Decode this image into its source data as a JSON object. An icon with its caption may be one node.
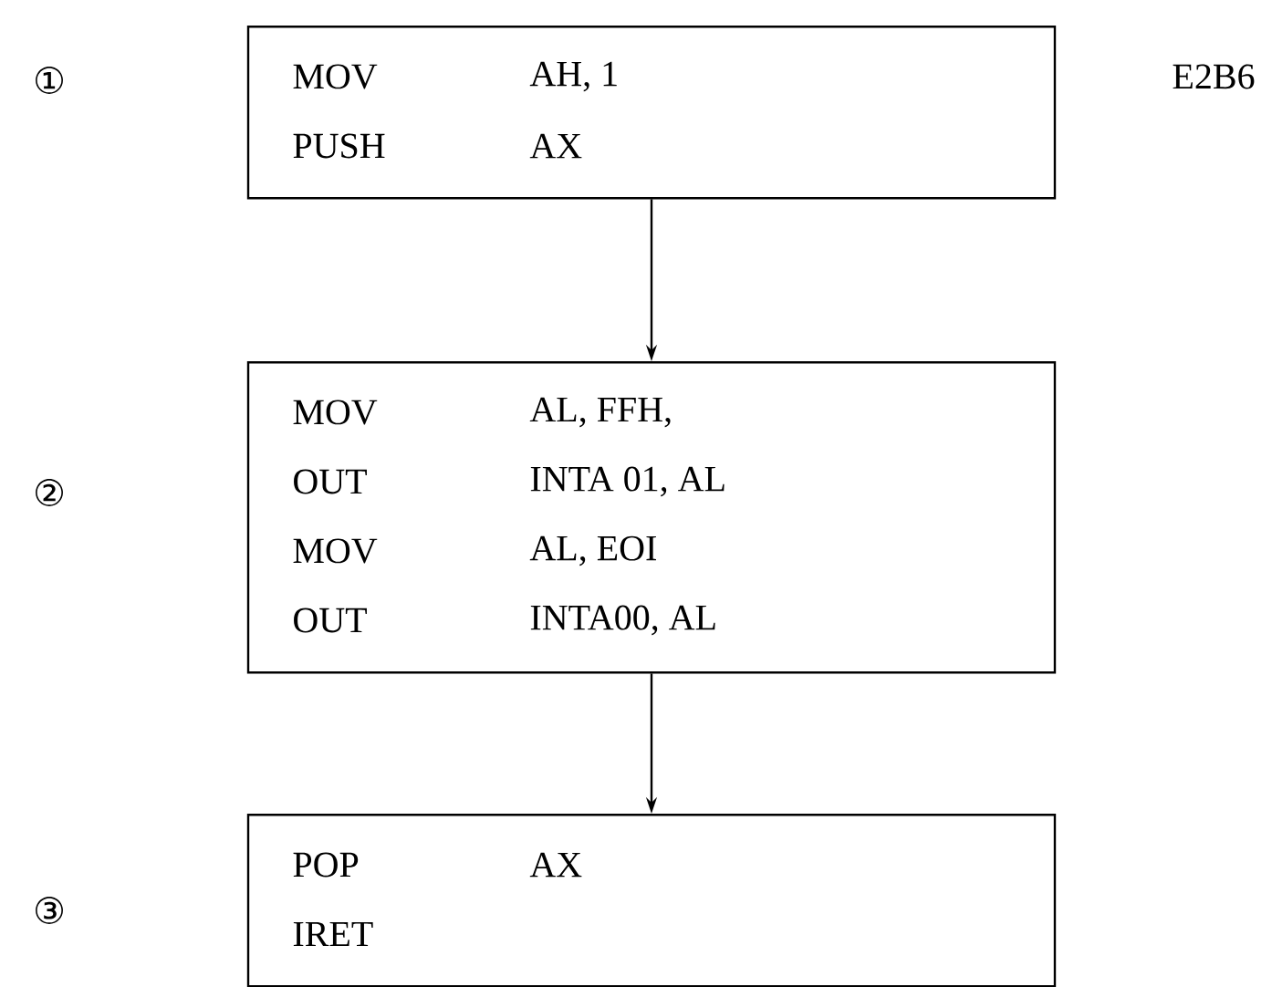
{
  "diagram": {
    "nodes": [
      {
        "text": [
          "MOV",
          "AH, 1",
          "PUSH",
          "AX"
        ]
      },
      {
        "text": [
          "MOV",
          "AL, FFH,",
          "OUT",
          "INTA 01, AL",
          "MOV",
          "AL, EOI",
          "OUT",
          "INTA00, AL"
        ]
      },
      {
        "text": [
          "POP",
          "AX",
          "IRET"
        ]
      }
    ],
    "edges": [
      {
        "from": 0,
        "to": 1,
        "arrow": "to"
      },
      {
        "from": 1,
        "to": 2,
        "arrow": "to"
      }
    ],
    "labels": [
      "①",
      "E2B6",
      "②",
      "③"
    ]
  }
}
